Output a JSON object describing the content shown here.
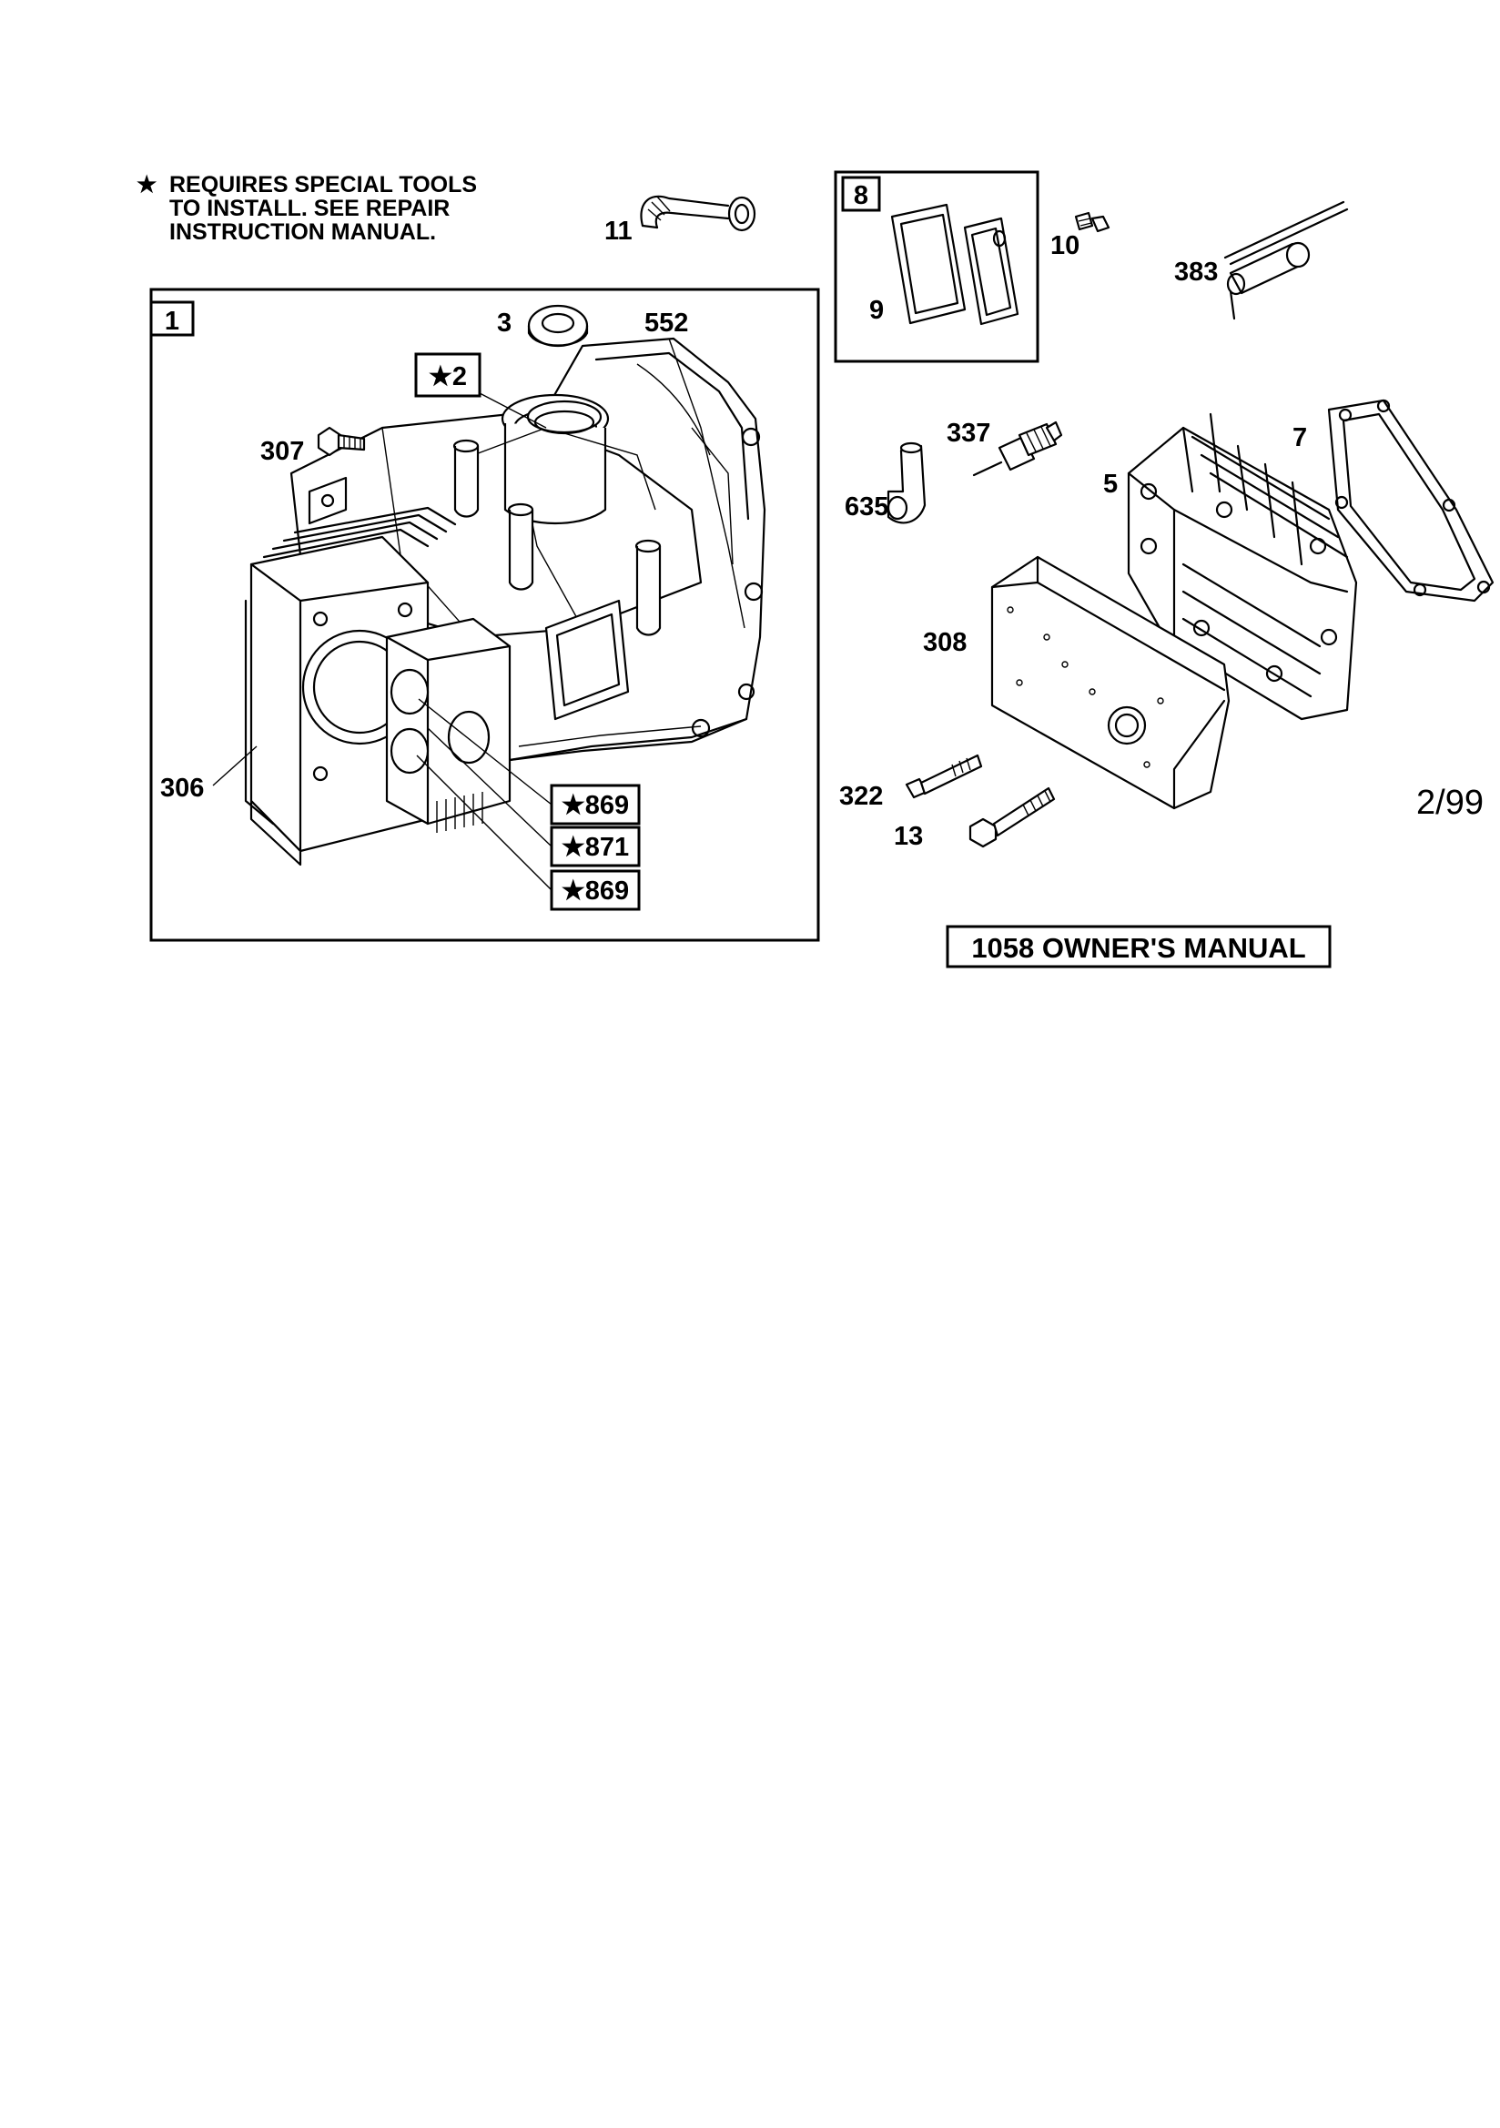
{
  "note": {
    "star": "★",
    "lines": [
      "REQUIRES SPECIAL TOOLS",
      "TO INSTALL.  SEE REPAIR",
      "INSTRUCTION MANUAL."
    ]
  },
  "boxes": {
    "cylinder_assembly": "1",
    "gasket_kit": "8"
  },
  "parts": {
    "p2": "★2",
    "p3": "3",
    "p5": "5",
    "p7": "7",
    "p9": "9",
    "p10": "10",
    "p11": "11",
    "p13": "13",
    "p306": "306",
    "p307": "307",
    "p308": "308",
    "p322": "322",
    "p337": "337",
    "p383": "383",
    "p552": "552",
    "p635": "635",
    "p869a": "★869",
    "p871": "★871",
    "p869b": "★869"
  },
  "date_code": "2/99",
  "manual_label": "1058 OWNER'S MANUAL"
}
